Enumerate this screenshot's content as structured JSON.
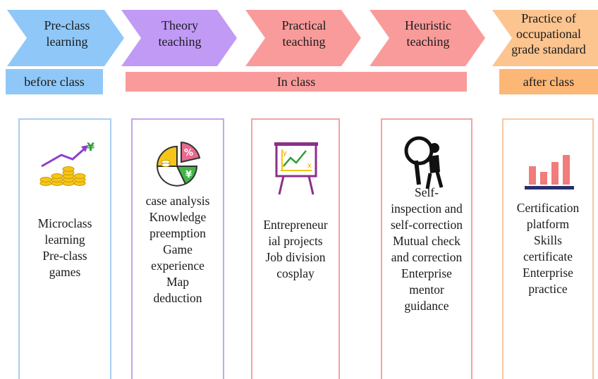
{
  "stages": [
    {
      "line1": "Pre-class",
      "line2": "learning",
      "line3": "",
      "color": "#8fc8f8"
    },
    {
      "line1": "Theory",
      "line2": "teaching",
      "line3": "",
      "color": "#c19af6"
    },
    {
      "line1": "Practical",
      "line2": "teaching",
      "line3": "",
      "color": "#f99b9b"
    },
    {
      "line1": "Heuristic",
      "line2": "teaching",
      "line3": "",
      "color": "#f99b9b"
    },
    {
      "line1": "Practice of",
      "line2": "occupational",
      "line3": "grade standard",
      "color": "#fcc48e"
    }
  ],
  "phases": {
    "before": {
      "label": "before class",
      "color": "#8fc8f8"
    },
    "in": {
      "label": "In class",
      "color": "#f99b9b"
    },
    "after": {
      "label": "after class",
      "color": "#fcb676"
    }
  },
  "cards": [
    {
      "border": "#a9cdf0",
      "lines": [
        "Microclass",
        "learning",
        "Pre-class",
        "games"
      ],
      "icon": "rising-coins-icon"
    },
    {
      "border": "#c7a4ee",
      "lines": [
        "case analysis",
        "Knowledge",
        "preemption",
        "Game",
        "experience",
        "Map",
        "deduction"
      ],
      "icon": "pie-chart-icon"
    },
    {
      "border": "#f4a3a3",
      "lines": [
        "Entrepreneur",
        "ial projects",
        "Job division",
        "cosplay"
      ],
      "icon": "presentation-board-icon"
    },
    {
      "border": "#f4a3a3",
      "lines": [
        "Self-",
        "inspection and",
        "self-correction",
        "Mutual check",
        "and correction",
        "Enterprise",
        "mentor",
        "guidance"
      ],
      "icon": "magnifier-person-icon"
    },
    {
      "border": "#f9c7a2",
      "lines": [
        "Certification",
        "platform",
        "Skills",
        "certificate",
        "Enterprise",
        "practice"
      ],
      "icon": "bar-chart-icon"
    }
  ],
  "icon_symbols": {
    "yen": "¥",
    "percent": "%"
  }
}
